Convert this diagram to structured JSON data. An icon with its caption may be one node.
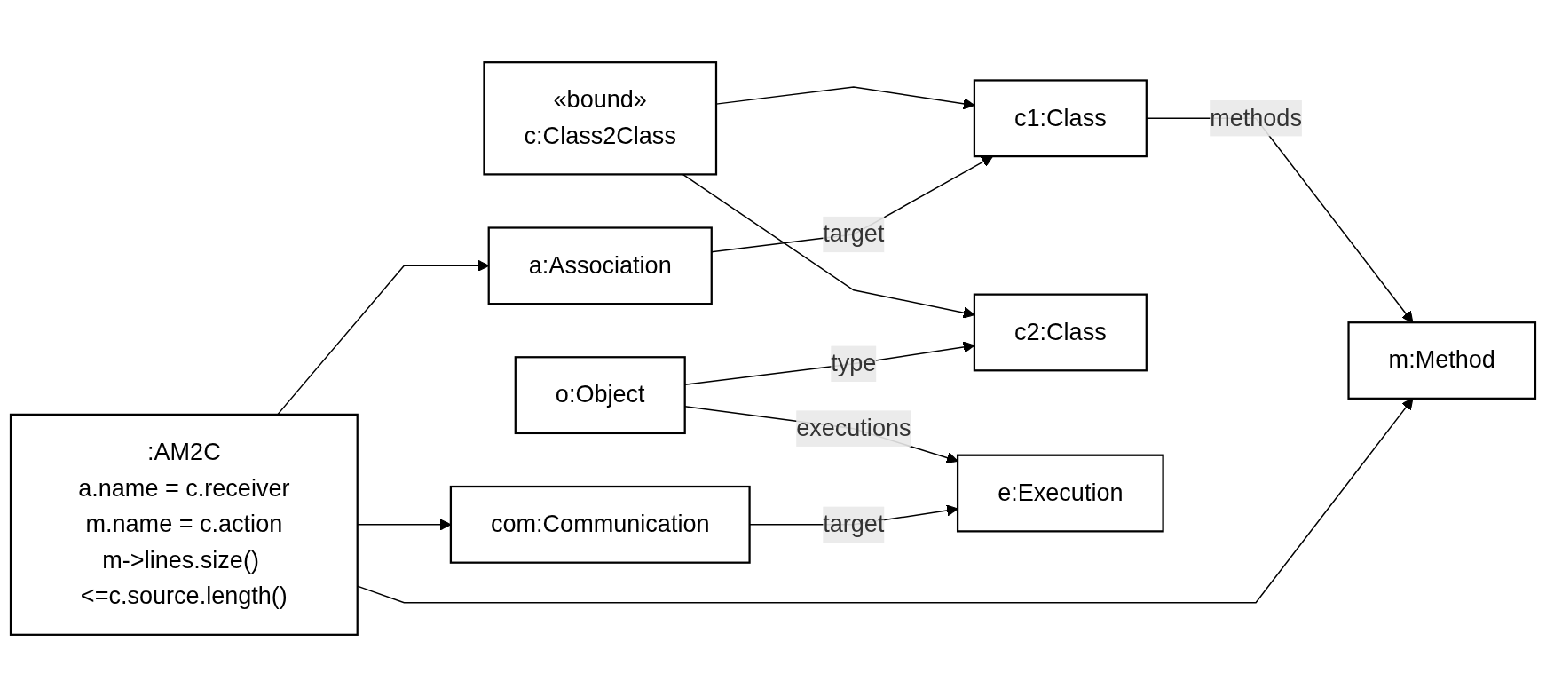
{
  "diagram": {
    "nodes": [
      {
        "text": [
          "c1:Class"
        ]
      },
      {
        "text": [
          "«bound»",
          "c:Class2Class"
        ]
      },
      {
        "text": [
          "c2:Class"
        ]
      },
      {
        "text": [
          "o:Object"
        ]
      },
      {
        "text": [
          "a:Association"
        ]
      },
      {
        "text": [
          "e:Execution"
        ]
      },
      {
        "text": [
          ":AM2C",
          "a.name = c.receiver",
          "m.name = c.action",
          "m->lines.size() <=c.source.length()"
        ]
      },
      {
        "text": [
          "m:Method"
        ]
      },
      {
        "text": [
          "com:Communication"
        ]
      }
    ],
    "edges": [
      {
        "from": 1,
        "to": 0,
        "arrow": "to"
      },
      {
        "from": 1,
        "to": 2,
        "arrow": "to"
      },
      {
        "from": 3,
        "to": 2,
        "arrow": "to",
        "label": "type"
      },
      {
        "from": 4,
        "to": 0,
        "arrow": "to",
        "label": "target"
      },
      {
        "from": 0,
        "to": 7,
        "arrow": "to",
        "label": "methods"
      },
      {
        "from": 3,
        "to": 5,
        "arrow": "to",
        "label": "executions"
      },
      {
        "from": 6,
        "to": 4,
        "arrow": "to"
      },
      {
        "from": 6,
        "to": 7,
        "arrow": "to"
      },
      {
        "from": 6,
        "to": 8,
        "arrow": "to"
      },
      {
        "from": 8,
        "to": 5,
        "arrow": "to",
        "label": "target"
      }
    ]
  }
}
